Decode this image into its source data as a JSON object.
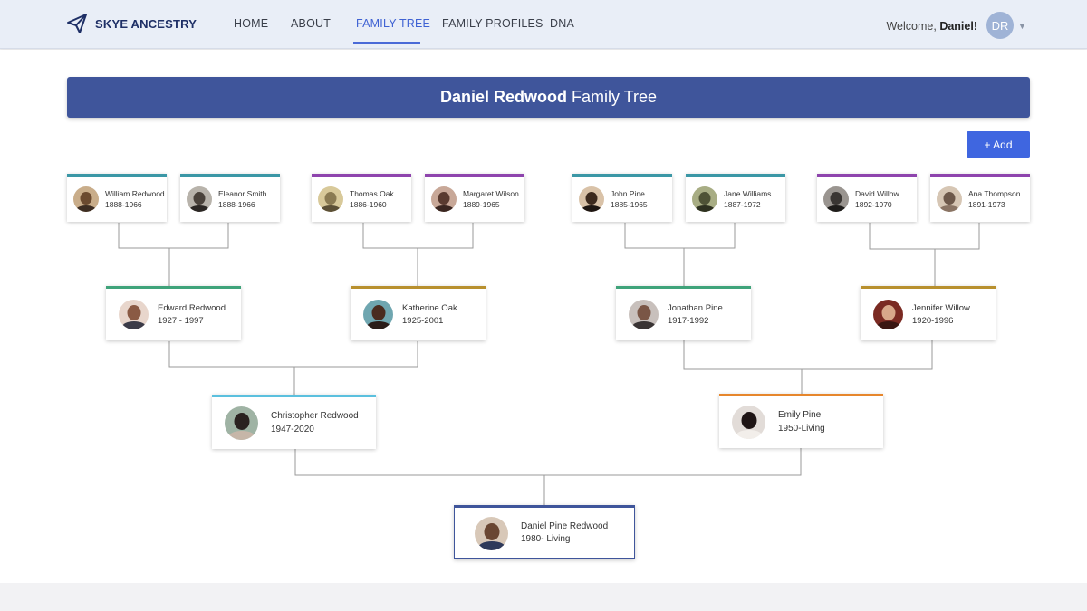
{
  "brand": {
    "name": "SKYE ANCESTRY",
    "icon": "paper-plane-icon"
  },
  "nav": {
    "items": [
      {
        "label": "HOME",
        "active": false
      },
      {
        "label": "ABOUT",
        "active": false
      },
      {
        "label": "FAMILY TREE",
        "active": true
      },
      {
        "label": "FAMILY PROFILES",
        "active": false
      },
      {
        "label": "DNA",
        "active": false
      }
    ]
  },
  "user": {
    "welcome_prefix": "Welcome, ",
    "name": "Daniel!",
    "initials": "DR"
  },
  "banner": {
    "bold": "Daniel Redwood",
    "rest": "Family Tree"
  },
  "add_button": {
    "label": "+ Add"
  },
  "colors": {
    "teal": "#3b97a6",
    "purple": "#8e44ad",
    "green": "#3fa37a",
    "gold": "#b8902e",
    "cyan": "#5bc0de",
    "orange": "#e6862c",
    "navy": "#3f559b"
  },
  "tree": {
    "great_grandparents": [
      {
        "name": "William Redwood",
        "dates": "1888-1966"
      },
      {
        "name": "Eleanor Smith",
        "dates": "1888-1966"
      },
      {
        "name": "Thomas Oak",
        "dates": "1886-1960"
      },
      {
        "name": "Margaret Wilson",
        "dates": "1889-1965"
      },
      {
        "name": "John Pine",
        "dates": "1885-1965"
      },
      {
        "name": "Jane Williams",
        "dates": "1887-1972"
      },
      {
        "name": "David Willow",
        "dates": "1892-1970"
      },
      {
        "name": "Ana Thompson",
        "dates": "1891-1973"
      }
    ],
    "grandparents": [
      {
        "name": "Edward Redwood",
        "dates": "1927 - 1997"
      },
      {
        "name": "Katherine Oak",
        "dates": "1925-2001"
      },
      {
        "name": "Jonathan Pine",
        "dates": "1917-1992"
      },
      {
        "name": "Jennifer Willow",
        "dates": "1920-1996"
      }
    ],
    "parents": [
      {
        "name": "Christopher Redwood",
        "dates": "1947-2020"
      },
      {
        "name": "Emily Pine",
        "dates": "1950-Living"
      }
    ],
    "self": {
      "name": "Daniel Pine Redwood",
      "dates": "1980- Living"
    }
  }
}
